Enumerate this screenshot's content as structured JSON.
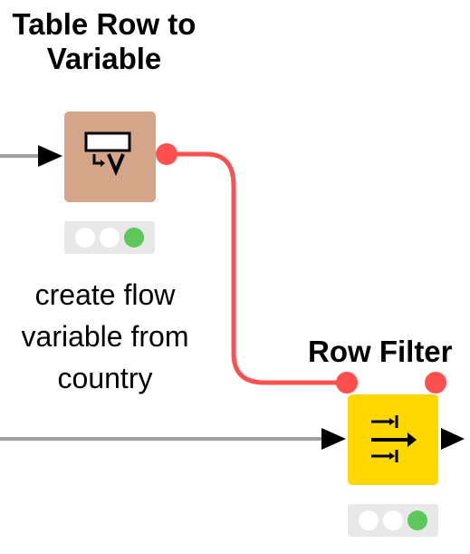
{
  "nodes": {
    "table_row_to_variable": {
      "title": "Table Row to Variable",
      "icon": "table-row-to-variable-icon",
      "color": "#d4a588",
      "annotation": "create flow variable from country",
      "status": "executed"
    },
    "row_filter": {
      "title": "Row Filter",
      "icon": "row-filter-icon",
      "color": "#ffd700",
      "status": "executed"
    }
  },
  "colors": {
    "data_connection": "#a0a0a0",
    "variable_connection": "#ff5050",
    "port_arrow": "#000000",
    "status_background": "#e8e8e8",
    "status_inactive": "#ffffff",
    "status_ok": "#5cc85c"
  }
}
